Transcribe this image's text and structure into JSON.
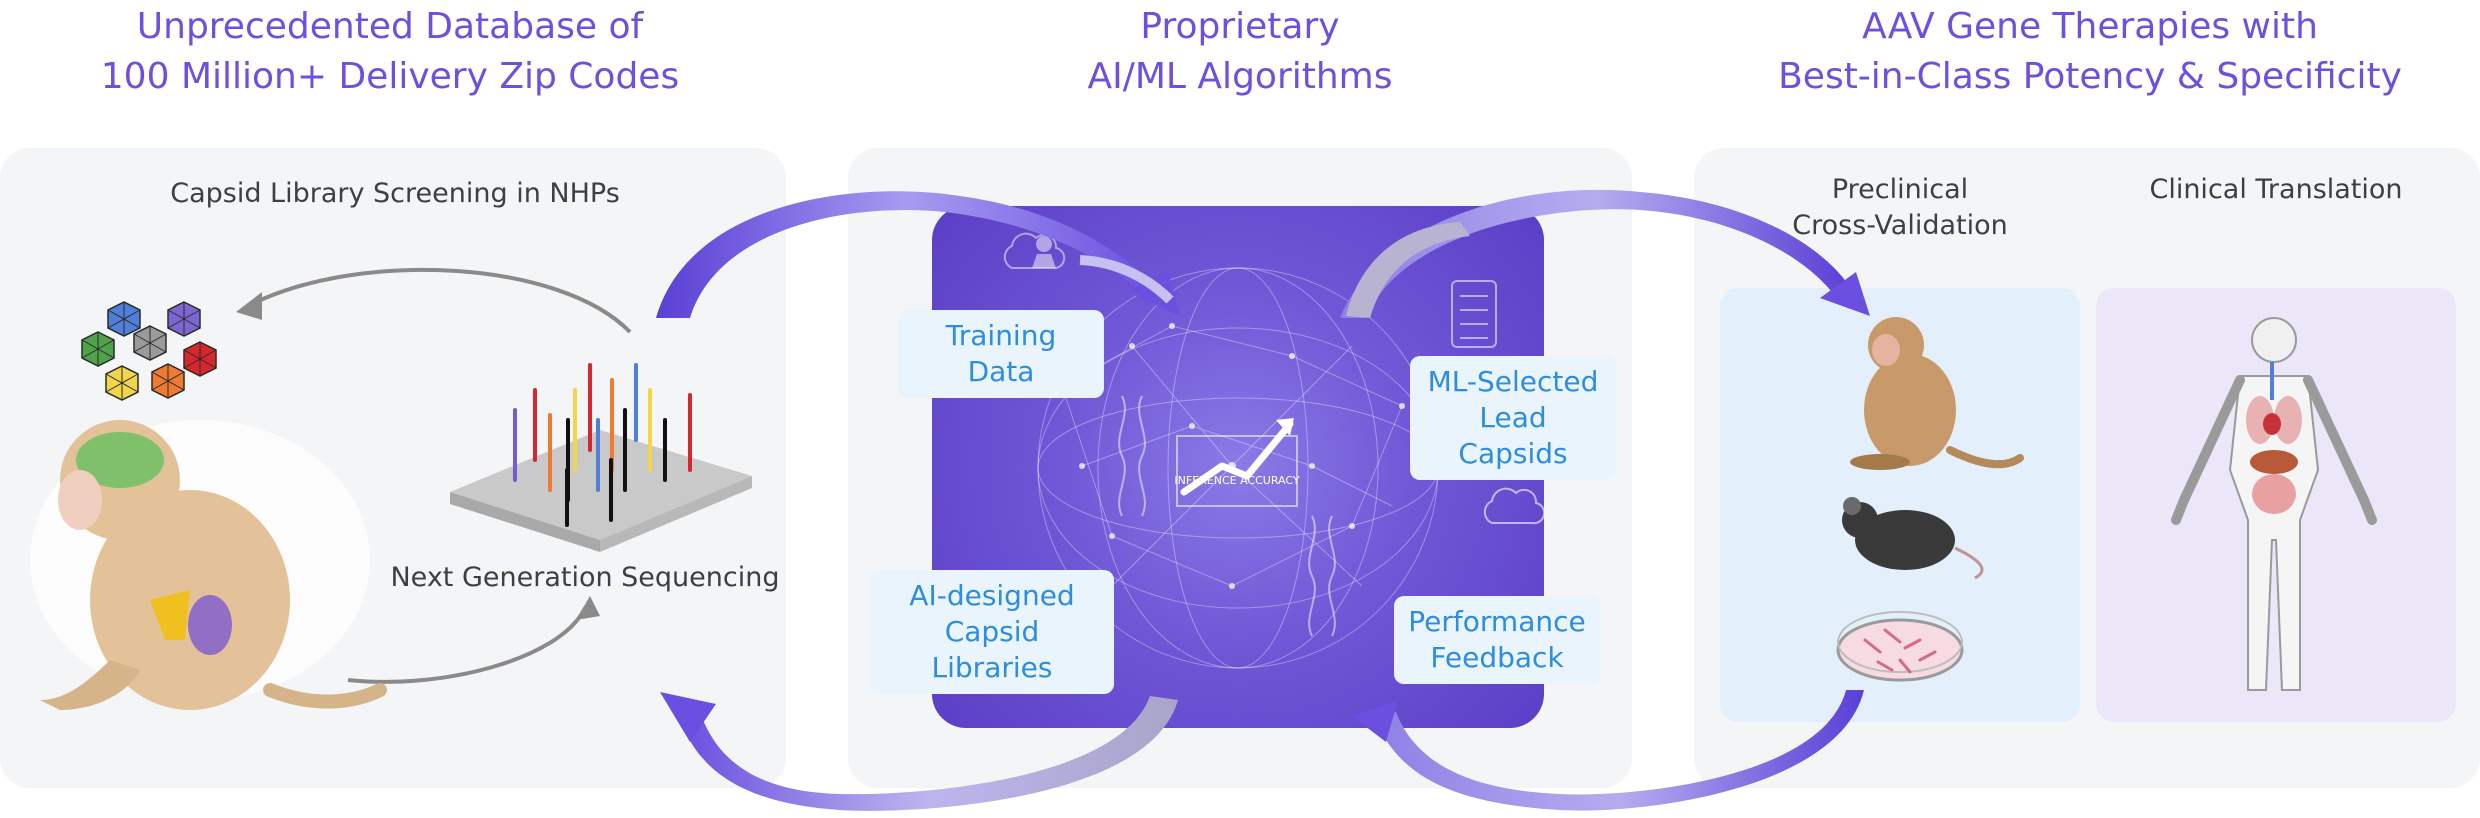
{
  "headers": {
    "left": [
      "Unprecedented Database of",
      "100 Million+ Delivery Zip Codes"
    ],
    "center": [
      "Proprietary",
      "AI/ML Algorithms"
    ],
    "right": [
      "AAV Gene Therapies with",
      "Best-in-Class Potency & Specificity"
    ]
  },
  "left_panel": {
    "title": "Capsid Library Screening in NHPs",
    "ngs_label": "Next Generation Sequencing"
  },
  "center_panel": {
    "training_data": "Training Data",
    "ml_selected": [
      "ML-Selected",
      "Lead Capsids"
    ],
    "ai_designed": [
      "AI-designed",
      "Capsid Libraries"
    ],
    "performance": [
      "Performance",
      "Feedback"
    ],
    "inference_label": "INFERENCE ACCURACY"
  },
  "right_panel": {
    "preclinical": [
      "Preclinical",
      "Cross-Validation"
    ],
    "clinical": "Clinical Translation"
  },
  "colors": {
    "header_purple": "#6e4fe0",
    "chip_text": "#2d8de0",
    "chip_bg": "#eaf4fd",
    "panel_bg": "#f4f5f7",
    "arrow_purple": "#6a4fe0"
  },
  "icons": [
    "capsid-icon",
    "monkey-icon",
    "ngs-plate-icon",
    "ai-globe-icon",
    "monkey-icon",
    "mouse-icon",
    "petri-dish-icon",
    "human-body-icon"
  ]
}
